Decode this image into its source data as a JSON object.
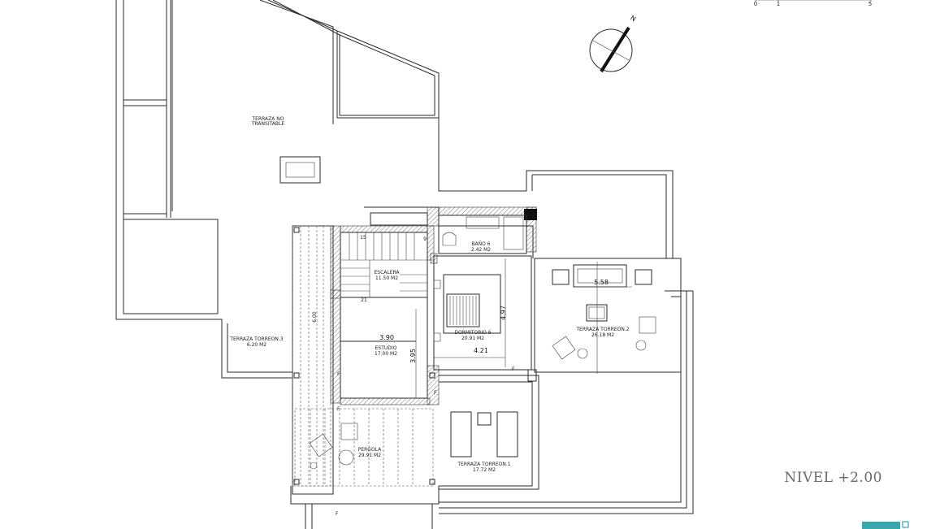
{
  "level_label": "NIVEL +2.00",
  "scale_bar": {
    "ticks": [
      "0",
      "1",
      "5"
    ]
  },
  "north_label": "N",
  "rooms": {
    "terraza_no_transitable": {
      "line1": "TERRAZA NO",
      "line2": "TRANSITABLE"
    },
    "escalera": {
      "name": "ESCALERA",
      "area": "11.50 M2"
    },
    "bano": {
      "name": "BAÑO 6",
      "area": "2.42 M2"
    },
    "dormitorio": {
      "name": "DORMITORIO 6",
      "area": "20.91 M2"
    },
    "estudio": {
      "name": "ESTUDIO",
      "area": "17.00 M2"
    },
    "terraza_torreon_3": {
      "name": "TERRAZA TORREON.3",
      "area": "6.20 M2"
    },
    "terraza_torreon_2": {
      "name": "TERRAZA TORREON.2",
      "area": "26.18 M2"
    },
    "terraza_torreon_1": {
      "name": "TERRAZA TORREON.1",
      "area": "17.72 M2"
    },
    "pergola": {
      "name": "PERGOLA",
      "area": "29.91 M2"
    }
  },
  "dimensions": {
    "estudio_width": "3.90",
    "estudio_height": "3.95",
    "dormitorio_width": "4.21",
    "dormitorio_height": "4.97",
    "torreon2_width": "5.58",
    "stair_small": "6.00"
  },
  "stair_numbers": {
    "top": "15",
    "right": "9",
    "bottom": "21"
  },
  "markers": {
    "f": "F"
  },
  "colors": {
    "lines": "#2a2a2a",
    "level_text": "#6a6a6a",
    "accent": "#3aa7ad"
  }
}
